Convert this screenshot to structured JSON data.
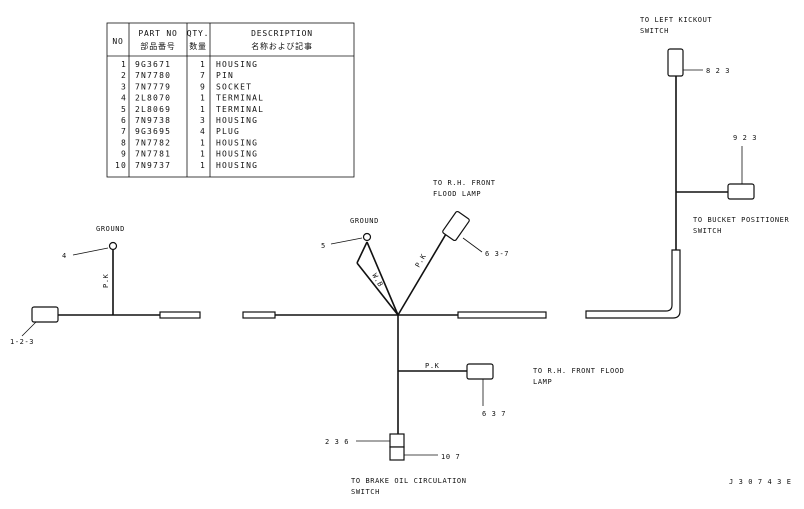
{
  "table": {
    "headers": {
      "no": "NO",
      "part_no": "PART NO",
      "part_no_jp": "部品番号",
      "qty": "QTY.",
      "qty_jp": "数量",
      "description": "DESCRIPTION",
      "description_jp": "名称および記事"
    },
    "rows": [
      {
        "no": "1",
        "part": "9G3671",
        "qty": "1",
        "desc": "HOUSING"
      },
      {
        "no": "2",
        "part": "7N7780",
        "qty": "7",
        "desc": "PIN"
      },
      {
        "no": "3",
        "part": "7N7779",
        "qty": "9",
        "desc": "SOCKET"
      },
      {
        "no": "4",
        "part": "2L8070",
        "qty": "1",
        "desc": "TERMINAL"
      },
      {
        "no": "5",
        "part": "2L8069",
        "qty": "1",
        "desc": "TERMINAL"
      },
      {
        "no": "6",
        "part": "7N9738",
        "qty": "3",
        "desc": "HOUSING"
      },
      {
        "no": "7",
        "part": "9G3695",
        "qty": "4",
        "desc": "PLUG"
      },
      {
        "no": "8",
        "part": "7N7782",
        "qty": "1",
        "desc": "HOUSING"
      },
      {
        "no": "9",
        "part": "7N7781",
        "qty": "1",
        "desc": "HOUSING"
      },
      {
        "no": "10",
        "part": "7N9737",
        "qty": "1",
        "desc": "HOUSING"
      }
    ]
  },
  "labels": {
    "ground_left": "GROUND",
    "ground_center": "GROUND",
    "callout_4": "4",
    "callout_5": "5",
    "callout_123": "1-2-3",
    "callout_637_top": "6 3-7",
    "callout_637_bottom": "6 3 7",
    "callout_236": "2 3 6",
    "callout_107": "10 7",
    "callout_823": "8 2 3",
    "callout_923": "9 2 3",
    "wire_pk_left": "P.K",
    "wire_wb": "W.B",
    "wire_pk_diag": "P.K",
    "wire_pk_branch": "P.K",
    "to_rh_front_flood_lamp_top_1": "TO R.H. FRONT",
    "to_rh_front_flood_lamp_top_2": "FLOOD LAMP",
    "to_rh_front_flood_lamp_right_1": "TO R.H. FRONT FLOOD",
    "to_rh_front_flood_lamp_right_2": "LAMP",
    "to_left_kickout_1": "TO LEFT KICKOUT",
    "to_left_kickout_2": "SWITCH",
    "to_bucket_1": "TO BUCKET POSITIONER",
    "to_bucket_2": "SWITCH",
    "to_brake_1": "TO BRAKE OIL CIRCULATION",
    "to_brake_2": "SWITCH",
    "drawing_id": "J 3 0 7 4 3 E"
  }
}
